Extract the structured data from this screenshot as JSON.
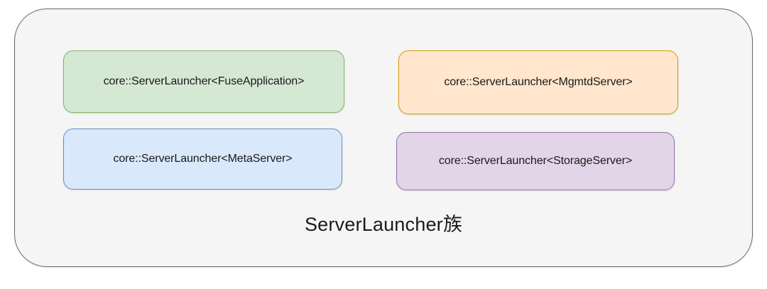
{
  "diagram": {
    "title": "ServerLauncher族",
    "container": {
      "fill": "#f5f5f5",
      "stroke": "#666666"
    },
    "nodes": [
      {
        "id": "fuse-application",
        "label": "core::ServerLauncher<FuseApplication>",
        "fill": "#d5e8d4",
        "stroke": "#82b366",
        "row": 0,
        "col": 0
      },
      {
        "id": "mgmtd-server",
        "label": "core::ServerLauncher<MgmtdServer>",
        "fill": "#ffe6cc",
        "stroke": "#d79b00",
        "row": 0,
        "col": 1
      },
      {
        "id": "meta-server",
        "label": "core::ServerLauncher<MetaServer>",
        "fill": "#dae8fc",
        "stroke": "#6c8ebf",
        "row": 1,
        "col": 0
      },
      {
        "id": "storage-server",
        "label": "core::ServerLauncher<StorageServer>",
        "fill": "#e1d5e7",
        "stroke": "#9673a6",
        "row": 1,
        "col": 1
      }
    ]
  }
}
